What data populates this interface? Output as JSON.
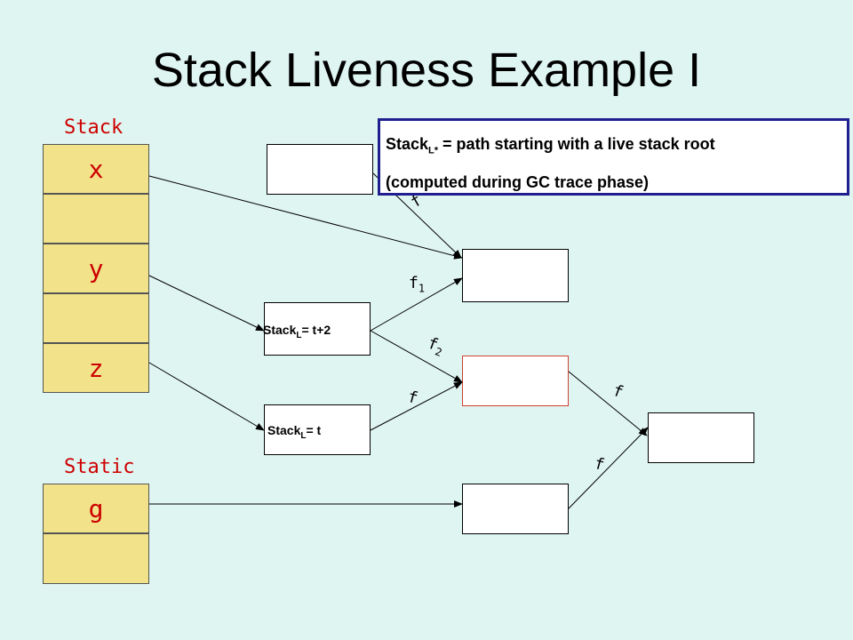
{
  "title": "Stack Liveness Example I",
  "stack_label": "Stack",
  "static_label": "Static",
  "stack_cells": [
    "x",
    "",
    "y",
    "",
    "z"
  ],
  "static_cells": [
    "g",
    ""
  ],
  "objects": {
    "stack_t2": {
      "base": "Stack",
      "sub": "L",
      "rest": "= t+2"
    },
    "stack_t": {
      "base": "Stack",
      "sub": "L",
      "rest": "= t"
    }
  },
  "note": {
    "base": "Stack",
    "sub": "L*",
    "line1_rest": " = path starting with a live stack root",
    "line2": "(computed during GC trace phase)"
  },
  "edge_labels": {
    "f_top": "f",
    "f1_base": "f",
    "f1_sub": "1",
    "f2_base": "f",
    "f2_sub": "2",
    "f_mid": "f",
    "f_right_upper": "f",
    "f_right_lower": "f"
  }
}
